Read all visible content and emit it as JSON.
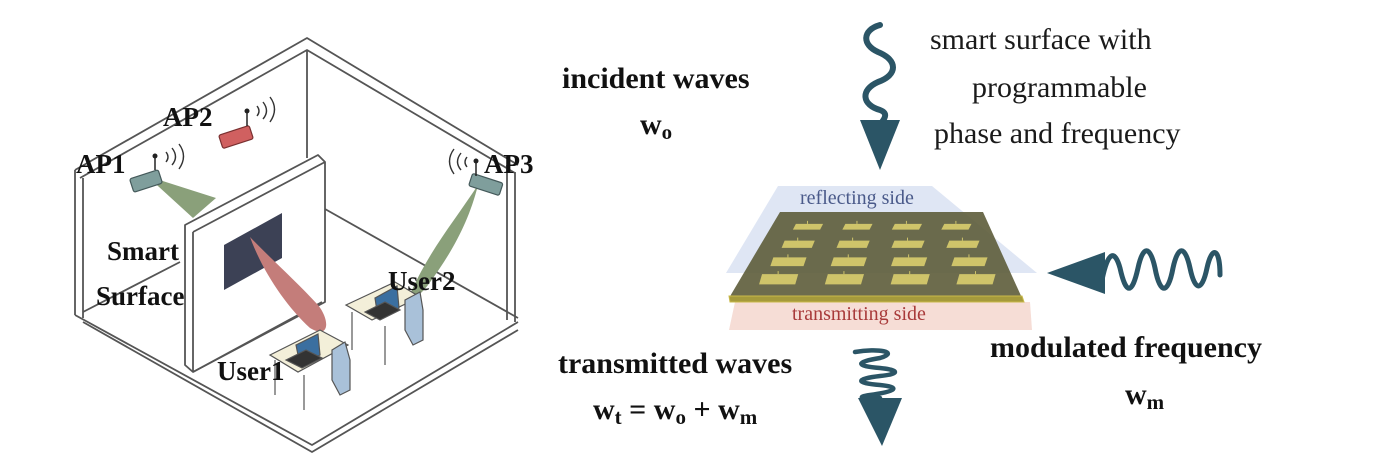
{
  "room": {
    "labels": {
      "ap1": "AP1",
      "ap2": "AP2",
      "ap3": "AP3",
      "smart_surface_line1": "Smart",
      "smart_surface_line2": "Surface",
      "user1": "User1",
      "user2": "User2"
    },
    "colors": {
      "ap_teal": "#7f9e9c",
      "ap_red": "#d06060",
      "beam_green": "#8aa07a",
      "beam_red": "#c47d7a",
      "surface_dark": "#3c4155",
      "desk": "#f3efd9",
      "chair": "#a9c1d9",
      "laptop": "#3b6fa0"
    }
  },
  "panel": {
    "description_line1": "smart surface with",
    "description_line2": "programmable",
    "description_line3": "phase and frequency",
    "reflecting_label": "reflecting side",
    "transmitting_label": "transmitting side",
    "incident_label": "incident waves",
    "incident_symbol": "w",
    "incident_sub": "o",
    "modulated_label": "modulated frequency",
    "modulated_symbol": "w",
    "modulated_sub": "m",
    "transmitted_label": "transmitted waves",
    "transmitted_eq": {
      "lhs": "w",
      "lhs_sub": "t",
      "eq": " = ",
      "t1": "w",
      "t1_sub": "o",
      "plus": " + ",
      "t2": "w",
      "t2_sub": "m"
    },
    "colors": {
      "wave": "#2b5566",
      "reflect_plane": "#dfe6f4",
      "transmit_plane": "#f6ddd6",
      "board": "#6a6a3e",
      "board_edge": "#c9b94a",
      "patch": "#cfc46a",
      "reflect_text": "#4a5a8a",
      "transmit_text": "#a83a3a"
    }
  }
}
